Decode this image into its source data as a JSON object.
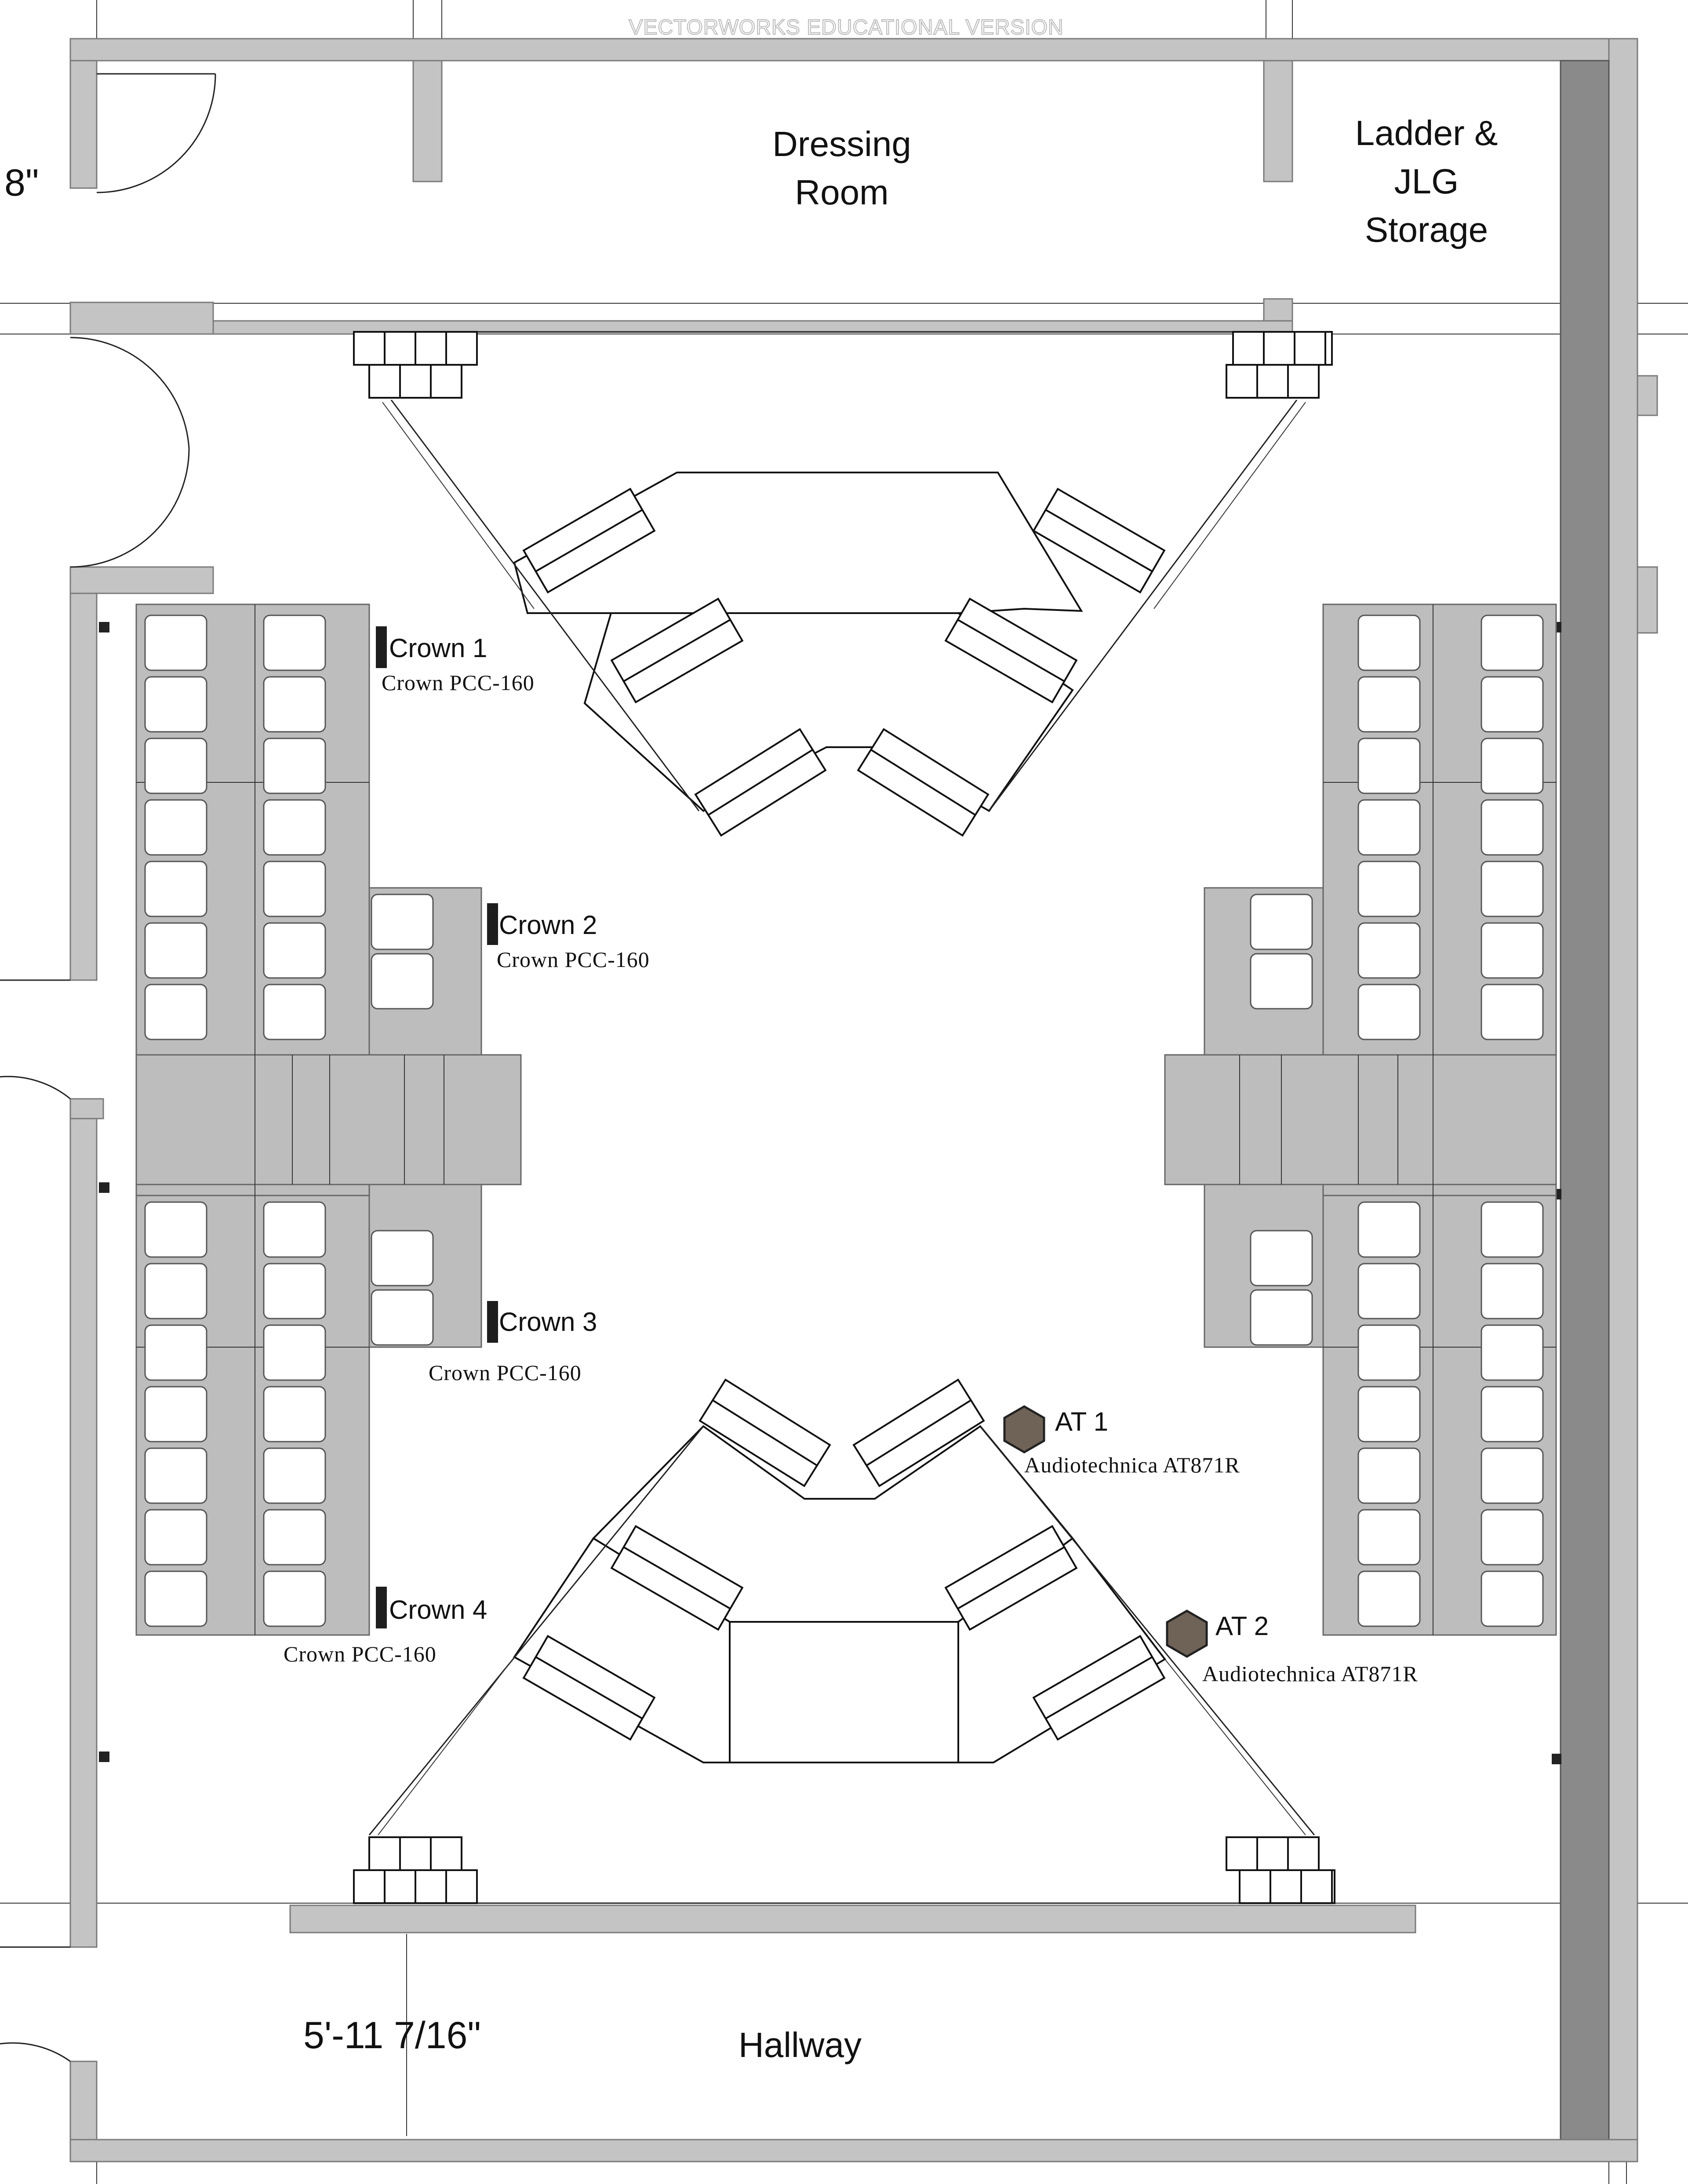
{
  "watermark": "VECTORWORKS EDUCATIONAL VERSION",
  "rooms": {
    "dressing_room": [
      "Dressing",
      "Room"
    ],
    "storage": [
      "Ladder &",
      "JLG",
      "Storage"
    ],
    "hallway": "Hallway"
  },
  "dimensions": {
    "left_edge": "8\"",
    "bottom": "5'-11 7/16\""
  },
  "speakers": [
    {
      "label": "Crown 1",
      "model": "Crown PCC-160"
    },
    {
      "label": "Crown 2",
      "model": "Crown PCC-160"
    },
    {
      "label": "Crown 3",
      "model": "Crown PCC-160"
    },
    {
      "label": "Crown 4",
      "model": "Crown PCC-160"
    }
  ],
  "microphones": [
    {
      "label": "AT 1",
      "model": "Audiotechnica AT871R",
      "color": "#6f6358"
    },
    {
      "label": "AT 2",
      "model": "Audiotechnica AT871R",
      "color": "#6f6358"
    }
  ],
  "colors": {
    "wall": "#c4c4c4",
    "wall_dark": "#8a8a8a",
    "platform": "#bdbdbd"
  }
}
